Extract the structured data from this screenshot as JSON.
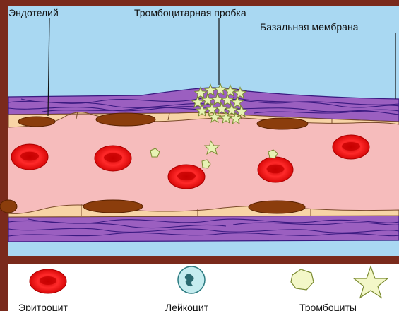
{
  "labels": {
    "endothelium": "Эндотелий",
    "platelet_plug": "Тромбоцитарная пробка",
    "basement_membrane": "Базальная мембрана"
  },
  "legend": {
    "erythrocyte": "Эритроцит",
    "leukocyte": "Лейкоцит",
    "platelets": "Тромбоциты"
  },
  "colors": {
    "frame": "#7a2a1c",
    "background": "#a9d8f2",
    "lumen": "#f6bcbc",
    "endothelium": "#f8d4a6",
    "nucleus": "#8b3d0c",
    "membrane": "#9b5fc0",
    "fiber": "#3a1a80",
    "erythrocyte": "#ee1111",
    "platelet": "#e7f2b4",
    "leukocyte": "#c5ecef",
    "legend_bg": "#ffffff"
  },
  "icons": [
    "erythrocyte-icon",
    "leukocyte-icon",
    "platelet-round-icon",
    "platelet-activated-icon"
  ]
}
